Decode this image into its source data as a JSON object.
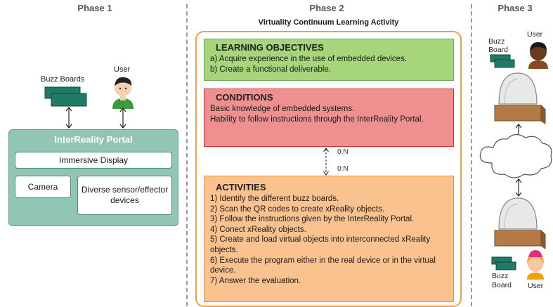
{
  "phases": [
    "Phase 1",
    "Phase 2",
    "Phase 3"
  ],
  "phase1": {
    "buzz_boards_label": "Buzz Boards",
    "user_label": "User",
    "portal_title": "InterReality Portal",
    "immersive_display": "Immersive Display",
    "camera": "Camera",
    "diverse_devices": "Diverse sensor/effector devices"
  },
  "phase2": {
    "activity_title": "Virtuality Continuum Learning Activity",
    "learning_objectives": {
      "title": "LEARNING OBJECTIVES",
      "items": [
        "a) Acquire experience in the use of embedded devices.",
        "b) Create a functional deliverable."
      ]
    },
    "conditions": {
      "title": "CONDITIONS",
      "items": [
        "Basic knowledge of embedded systems.",
        "Hability to follow instructions through the InterReality Portal."
      ]
    },
    "cardinality_top": "0:N",
    "cardinality_bottom": "0:N",
    "activities": {
      "title": "ACTIVITIES",
      "items": [
        "1) Identify the different buzz boards.",
        "2) Scan the QR codes to create xReality objects.",
        "3) Follow the instructions given by the InterReality Portal.",
        "4) Conect xReality objects.",
        "5) Create and load virtual objects into interconnected xReality objects.",
        "6) Execute the program either in the real device or in the virtual device.",
        "7) Answer the evaluation."
      ]
    }
  },
  "phase3": {
    "top_buzz_label": "Buzz Board",
    "top_user_label": "User",
    "bottom_buzz_label": "Buzz Board",
    "bottom_user_label": "User"
  },
  "colors": {
    "objectives_fill": "#a6d57c",
    "conditions_fill": "#ee9090",
    "activities_fill": "#f9c28f",
    "portal_fill": "#92c5b4",
    "board_fill": "#1f7a66",
    "frame_orange": "#f0a040"
  }
}
